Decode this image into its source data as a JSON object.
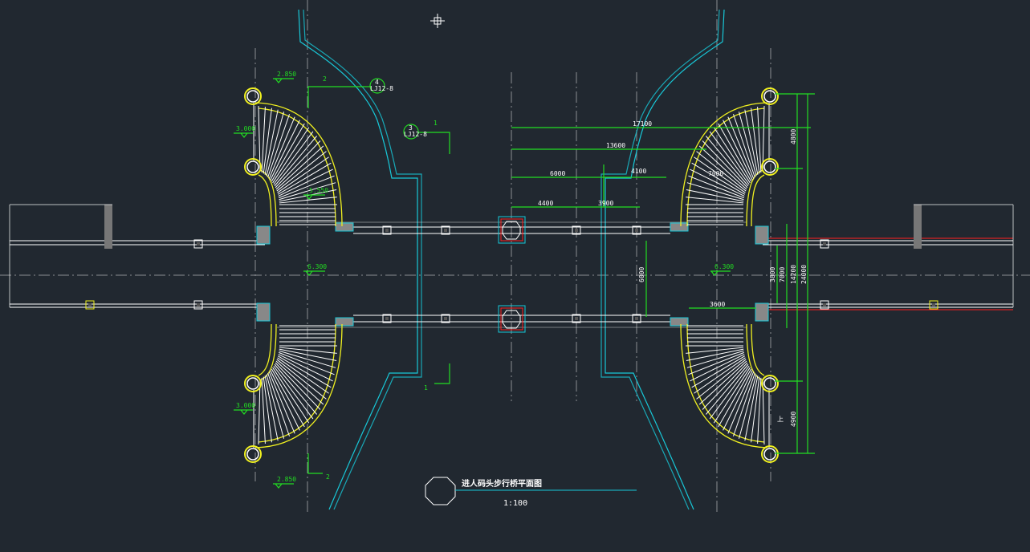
{
  "drawing": {
    "title": "进人码头步行桥平面图",
    "scale": "1:100",
    "colors": {
      "background": "#212830",
      "dimension": "#22dd22",
      "bank": "#18c8d8",
      "stair": "#f0f020",
      "axis": "#8a8e92",
      "rail": "#ff2020"
    },
    "levels": {
      "top_left": "2.850",
      "left_upper": "3.000",
      "stair_upper": "5.550",
      "deck_left": "6.300",
      "deck_right": "6.300",
      "left_lower": "3.000",
      "bottom_left": "2.850"
    },
    "sections": {
      "s2_top": "2",
      "s1_top": "1",
      "s1_bottom": "1",
      "s2_bottom": "2"
    },
    "callouts": [
      {
        "num": "4",
        "ref": "LJ12-8"
      },
      {
        "num": "3",
        "ref": "LJ12-8"
      }
    ],
    "dimensions": {
      "d17100": "17100",
      "d13600": "13600",
      "d6000": "6000",
      "d4100": "4100",
      "d7000": "7000",
      "d4400": "4400",
      "d3900": "3900",
      "d6000v": "6000",
      "d3600": "3600",
      "d4800": "4800",
      "d3800": "3800",
      "d7000v": "7000",
      "d14200": "14200",
      "d24000": "24000",
      "d4900": "4900"
    },
    "up_label": "上"
  }
}
